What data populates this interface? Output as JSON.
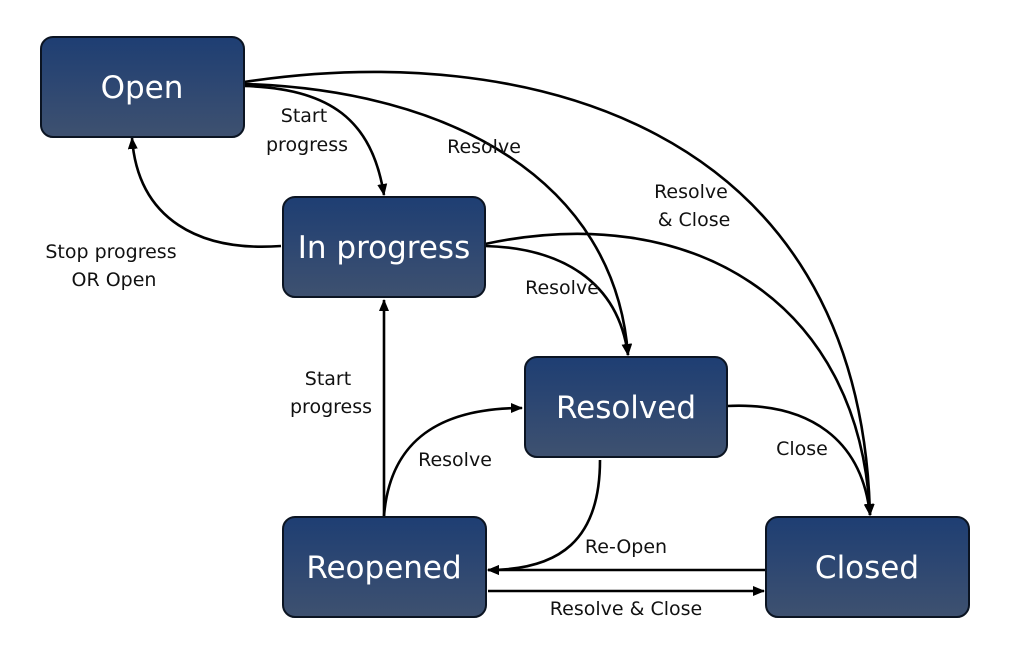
{
  "states": {
    "open": "Open",
    "in_progress": "In progress",
    "resolved": "Resolved",
    "reopened": "Reopened",
    "closed": "Closed"
  },
  "transitions": {
    "open_to_in_progress": [
      "Start",
      "progress"
    ],
    "in_progress_to_open": [
      "Stop progress",
      "OR Open"
    ],
    "open_to_resolved": "Resolve",
    "open_to_closed": [
      "Resolve",
      "& Close"
    ],
    "in_progress_to_resolved": "Resolve",
    "reopened_to_in_progress": [
      "Start",
      "progress"
    ],
    "reopened_to_resolved": "Resolve",
    "resolved_to_closed": "Close",
    "resolved_to_reopened": "Re-Open",
    "reopened_to_closed": "Resolve & Close"
  },
  "colors": {
    "box_top": "#1e3e73",
    "box_bottom": "#3e5170",
    "box_border": "#0b1422",
    "arrow": "#000000"
  }
}
